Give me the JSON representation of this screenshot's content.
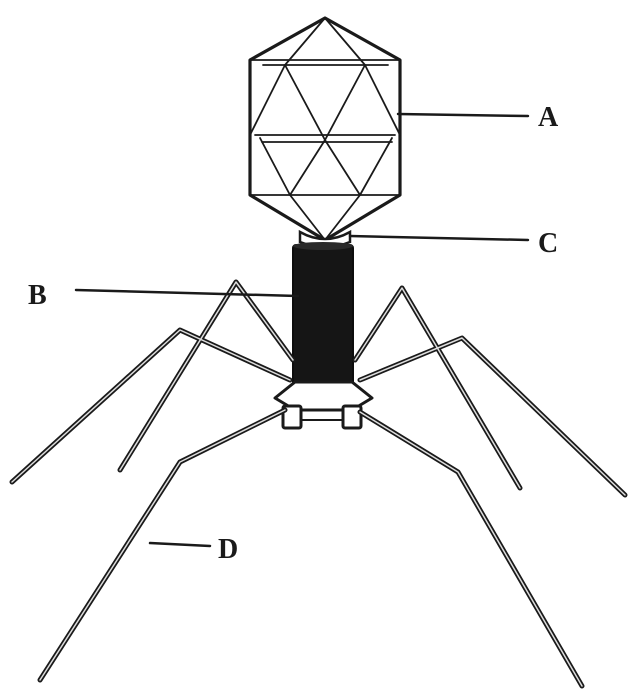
{
  "diagram": {
    "labels": {
      "a": "A",
      "b": "B",
      "c": "C",
      "d": "D"
    },
    "colors": {
      "ink": "#1a1a1a",
      "sheath": "#151515",
      "background": "#ffffff"
    }
  }
}
